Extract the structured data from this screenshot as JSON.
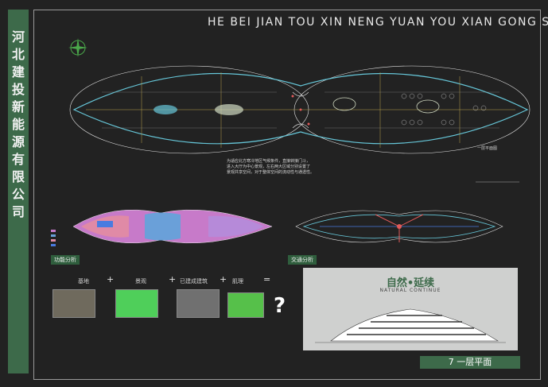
{
  "vertical_title": [
    "河",
    "北",
    "建",
    "投",
    "新",
    "能",
    "源",
    "有",
    "限",
    "公",
    "司"
  ],
  "header": {
    "title": "HE BEI JIAN TOU XIN NENG YUAN YOU XIAN GONG SI"
  },
  "plan": {
    "caption_lines": [
      "为适应北方寒冷地区气候条件，直接转接门斗，",
      "进入大厅为中心景观，左右两大区域分别设置了",
      "景观共享空间，对于整体空间的流动性与通透性。"
    ],
    "label": "一层平面图"
  },
  "analysis": {
    "function_tag": "功能分析",
    "traffic_tag": "交通分析"
  },
  "concept": {
    "labels": [
      "基地",
      "景观",
      "已建成建筑",
      "肌理"
    ],
    "operators": [
      "+",
      "+",
      "+",
      "="
    ],
    "result": "?"
  },
  "render": {
    "title": "自然•延续",
    "subtitle": "NATURAL CONTINUE"
  },
  "footer": {
    "label": "7 一层平面"
  },
  "colors": {
    "accent": "#3d6a4a",
    "background": "#222222",
    "line": "#e8e8e8",
    "cyan": "#66c6d8"
  }
}
